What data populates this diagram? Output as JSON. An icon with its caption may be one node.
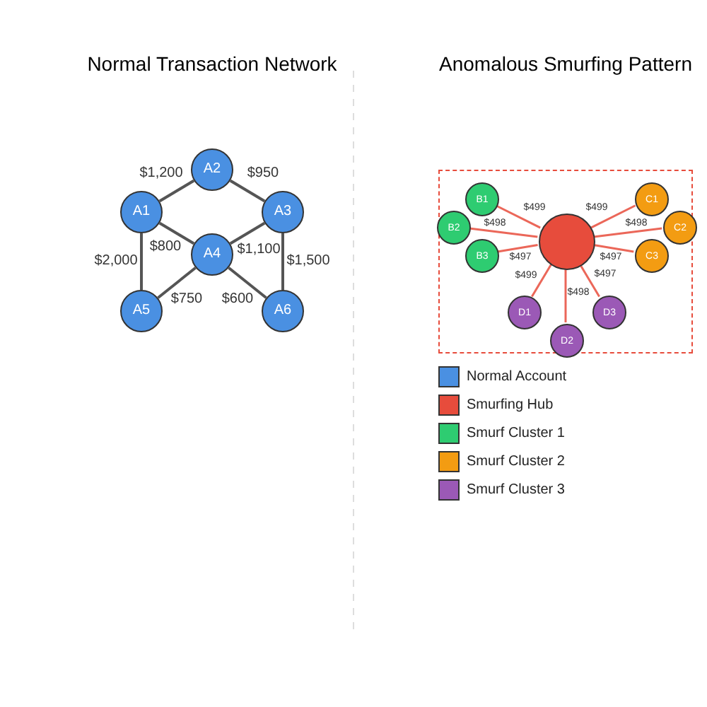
{
  "diagram": {
    "nodes": [
      {
        "text": [
          "A1"
        ]
      },
      {
        "text": [
          "A2"
        ]
      },
      {
        "text": [
          "A3"
        ]
      },
      {
        "text": [
          "A4"
        ]
      },
      {
        "text": [
          "A5"
        ]
      },
      {
        "text": [
          "A6"
        ]
      },
      {
        "text": [],
        "shape": "box"
      },
      {
        "text": [],
        "shape": "circle",
        "in": 6
      },
      {
        "text": [
          "B1"
        ],
        "in": 6
      },
      {
        "text": [
          "B2"
        ],
        "in": 6
      },
      {
        "text": [
          "B3"
        ],
        "in": 6
      },
      {
        "text": [
          "C1"
        ],
        "in": 6
      },
      {
        "text": [
          "C2"
        ],
        "in": 6
      },
      {
        "text": [
          "C3"
        ],
        "in": 6
      },
      {
        "text": [
          "D1"
        ],
        "in": 6
      },
      {
        "text": [
          "D2"
        ],
        "in": 6
      },
      {
        "text": [
          "D3"
        ],
        "in": 6
      }
    ],
    "edges": [
      {
        "from": 0,
        "to": 1,
        "arrow": "none",
        "label": "$1,200",
        "color": "#555555"
      },
      {
        "from": 1,
        "to": 2,
        "arrow": "none",
        "label": "$950",
        "color": "#555555"
      },
      {
        "from": 0,
        "to": 3,
        "arrow": "none",
        "label": "$800",
        "color": "#555555"
      },
      {
        "from": 2,
        "to": 3,
        "arrow": "none",
        "label": "$1,100",
        "color": "#555555"
      },
      {
        "from": 0,
        "to": 4,
        "arrow": "none",
        "label": "$2,000",
        "color": "#555555"
      },
      {
        "from": 2,
        "to": 5,
        "arrow": "none",
        "label": "$1,500",
        "color": "#555555"
      },
      {
        "from": 3,
        "to": 4,
        "arrow": "none",
        "label": "$750",
        "color": "#555555"
      },
      {
        "from": 3,
        "to": 5,
        "arrow": "none",
        "label": "$600",
        "color": "#555555"
      },
      {
        "from": 7,
        "to": 8,
        "arrow": "none",
        "label": "$499"
      },
      {
        "from": 7,
        "to": 9,
        "arrow": "none",
        "label": "$498"
      },
      {
        "from": 7,
        "to": 10,
        "arrow": "none",
        "label": "$497"
      },
      {
        "from": 7,
        "to": 11,
        "arrow": "none",
        "label": "$499"
      },
      {
        "from": 7,
        "to": 12,
        "arrow": "none",
        "label": "$498"
      },
      {
        "from": 7,
        "to": 13,
        "arrow": "none",
        "label": "$497"
      },
      {
        "from": 7,
        "to": 14,
        "arrow": "none",
        "label": "$499"
      },
      {
        "from": 7,
        "to": 15,
        "arrow": "none",
        "label": "$498"
      },
      {
        "from": 7,
        "to": 16,
        "arrow": "none",
        "label": "$497"
      }
    ],
    "labels": [
      "Normal Transaction Network",
      "Anomalous Smurfing Pattern"
    ],
    "legend": [
      {
        "text": "Normal Account",
        "color": "#4a90e2"
      },
      {
        "text": "Smurfing Hub",
        "color": "#e74c3c"
      },
      {
        "text": "Smurf Cluster 1",
        "color": "#2ecc71"
      },
      {
        "text": "Smurf Cluster 2",
        "color": "#f39c12"
      },
      {
        "text": "Smurf Cluster 3",
        "color": "#9b59b6"
      }
    ]
  }
}
